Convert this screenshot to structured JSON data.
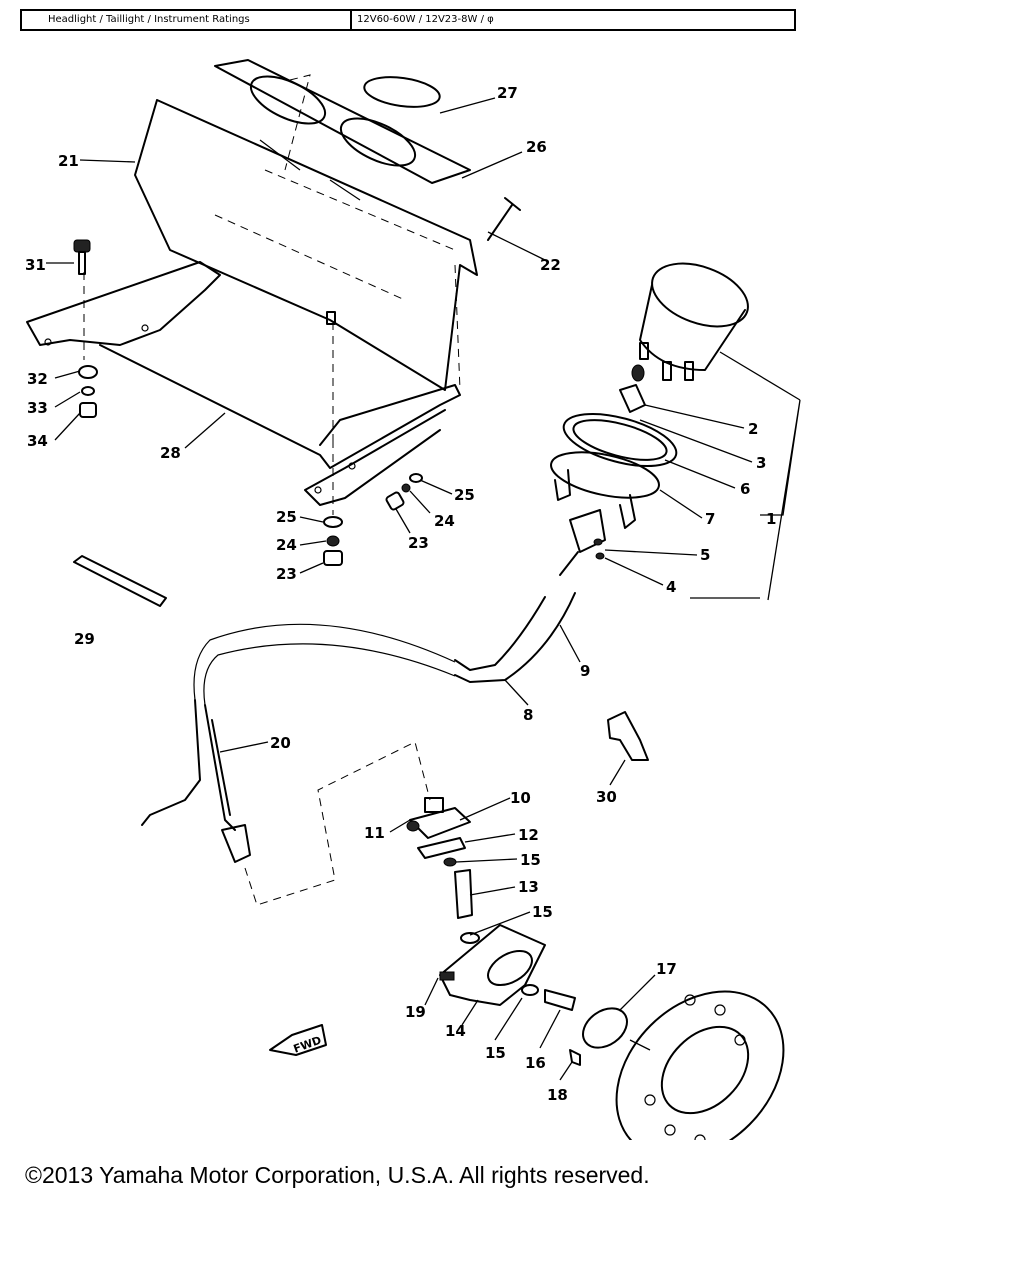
{
  "header": {
    "label": "Headlight / Taillight / Instrument Ratings",
    "value": "12V60-60W / 12V23-8W / φ"
  },
  "callouts": {
    "c1": "1",
    "c2": "2",
    "c3": "3",
    "c4": "4",
    "c5": "5",
    "c6": "6",
    "c7": "7",
    "c8": "8",
    "c9": "9",
    "c10": "10",
    "c11": "11",
    "c12": "12",
    "c13": "13",
    "c14": "14",
    "c15a": "15",
    "c15b": "15",
    "c15c": "15",
    "c16": "16",
    "c17": "17",
    "c18": "18",
    "c19": "19",
    "c20": "20",
    "c21": "21",
    "c22": "22",
    "c23a": "23",
    "c23b": "23",
    "c24a": "24",
    "c24b": "24",
    "c25a": "25",
    "c25b": "25",
    "c26": "26",
    "c27": "27",
    "c28": "28",
    "c29": "29",
    "c30": "30",
    "c31": "31",
    "c32": "32",
    "c33": "33",
    "c34": "34"
  },
  "fwd_label": "FWD",
  "copyright": "©2013 Yamaha Motor Corporation, U.S.A. All rights reserved."
}
